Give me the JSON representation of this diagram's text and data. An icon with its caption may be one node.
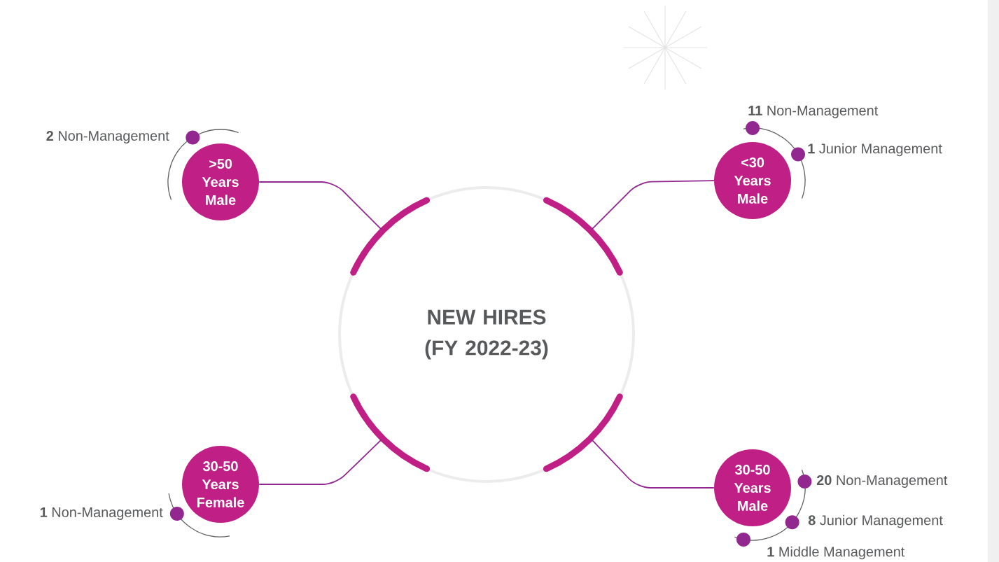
{
  "diagram": {
    "nodes": [
      {
        "text": [
          "NEW HIRES (FY 2022-23)"
        ]
      },
      {
        "text": [
          ">50 Years Male"
        ],
        "beside": [
          "**2** Non-Management"
        ]
      },
      {
        "text": [
          "<30 Years Male"
        ],
        "beside": [
          "**11** Non-Management",
          "**1** Junior Management"
        ]
      },
      {
        "text": [
          "30-50 Years Female"
        ],
        "beside": [
          "**1** Non-Management"
        ]
      },
      {
        "text": [
          "30-50 Years Male"
        ],
        "beside": [
          "**20** Non-Management",
          "**8** Junior Management",
          "**1** Middle Management"
        ]
      }
    ],
    "edges": [
      {
        "from": 0,
        "to": 1,
        "arrow": "none"
      },
      {
        "from": 0,
        "to": 2,
        "arrow": "none"
      },
      {
        "from": 0,
        "to": 3,
        "arrow": "none"
      },
      {
        "from": 0,
        "to": 4,
        "arrow": "none"
      }
    ]
  }
}
